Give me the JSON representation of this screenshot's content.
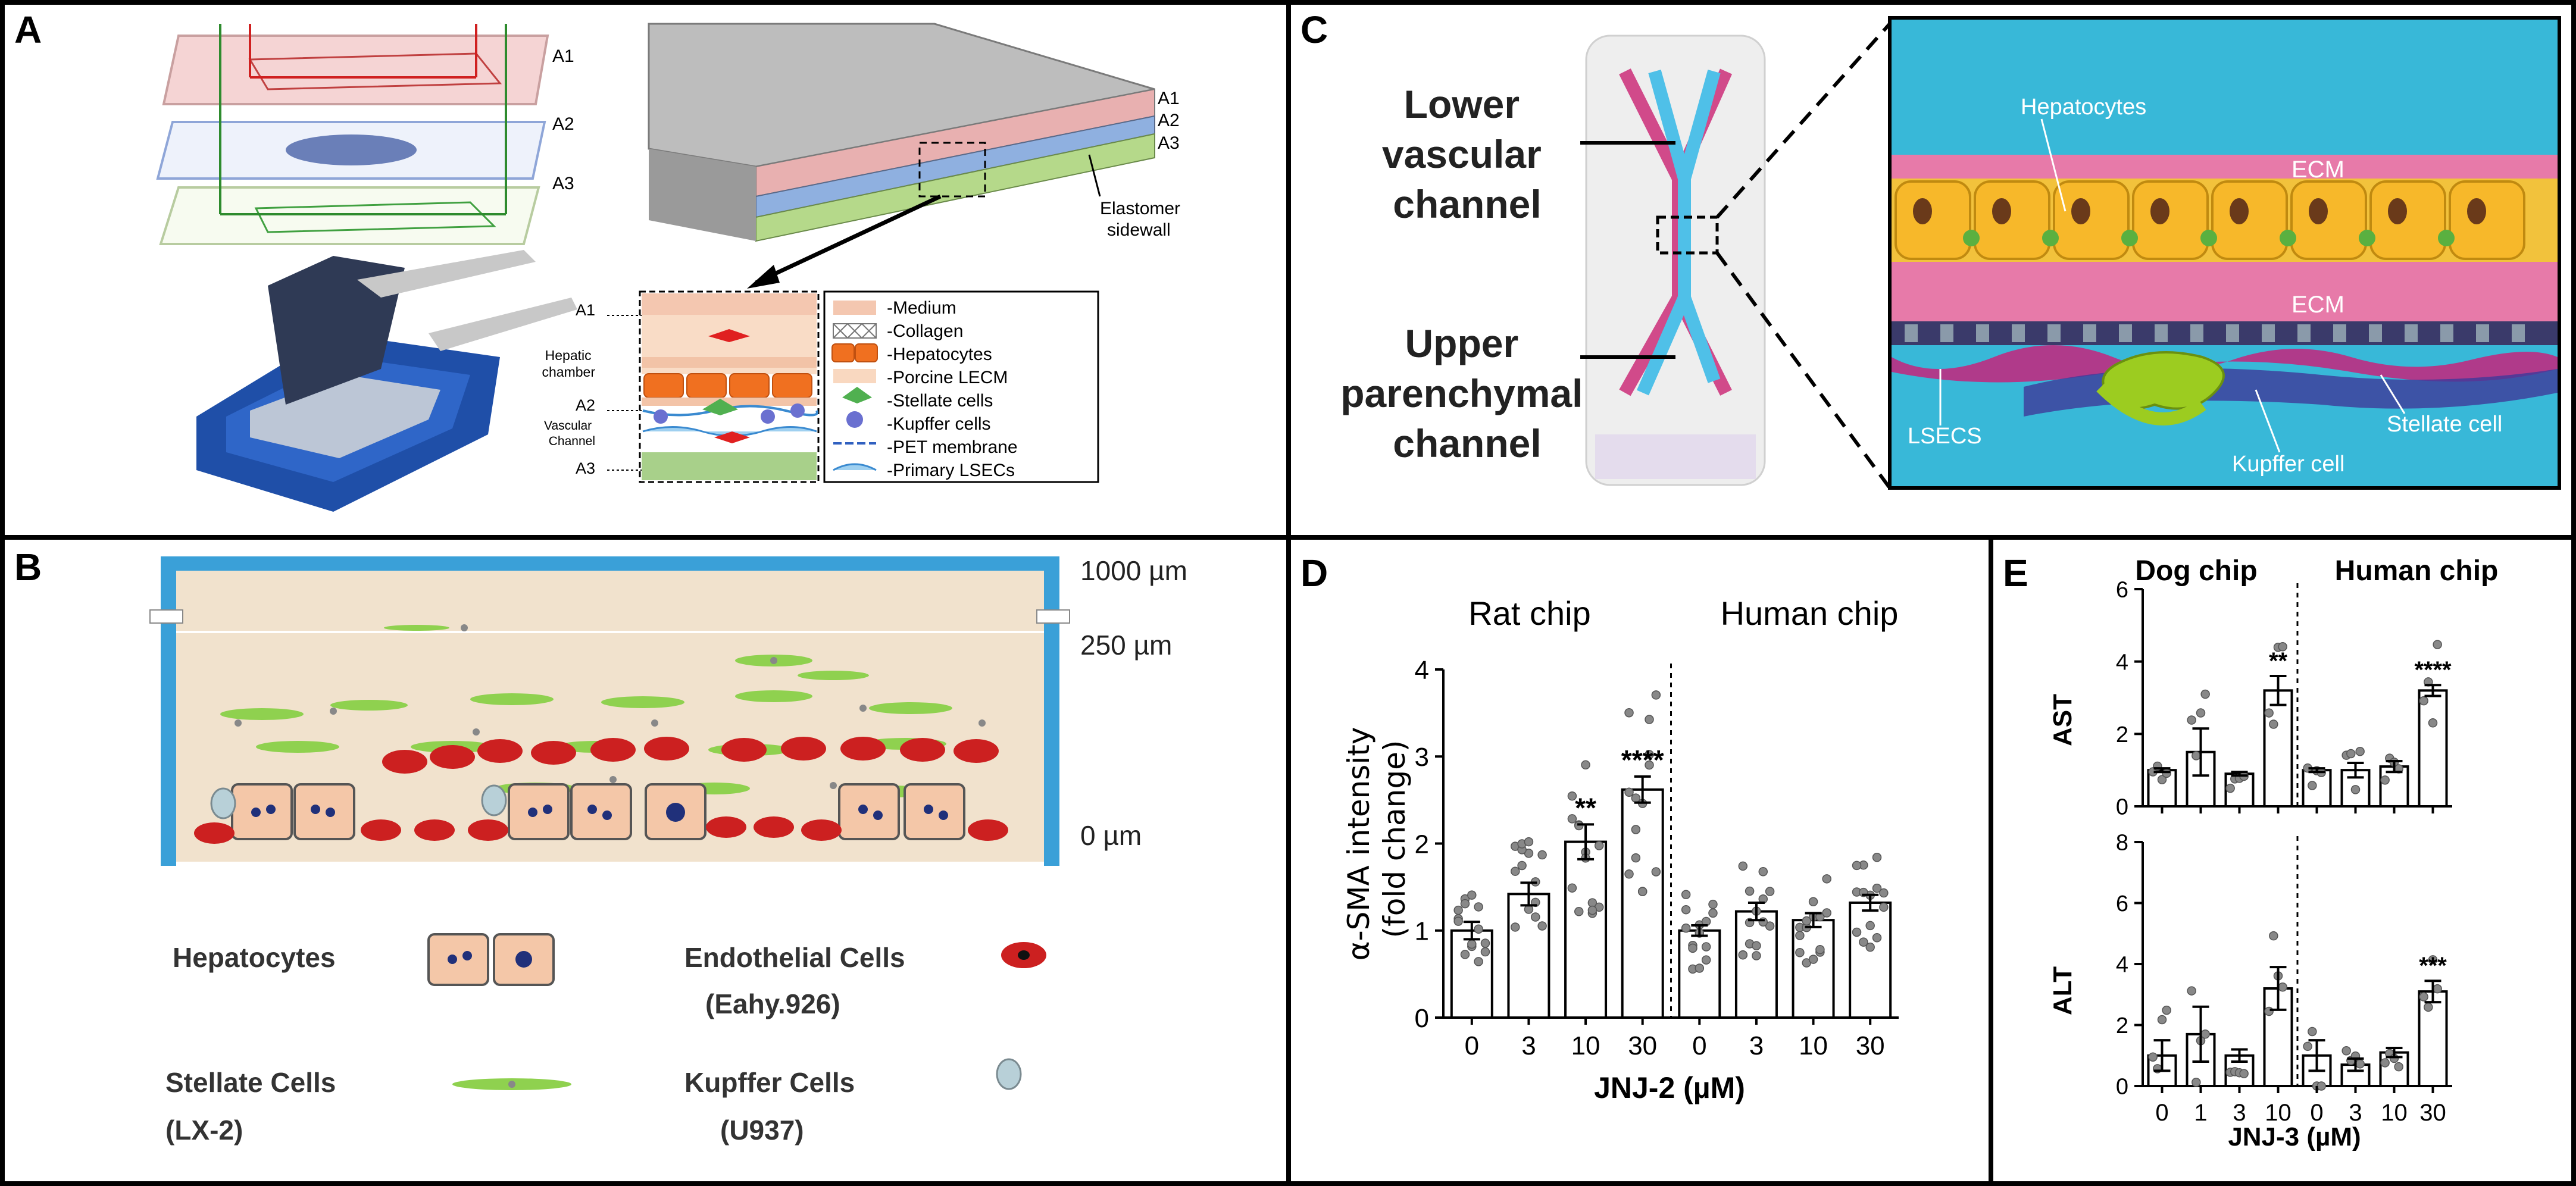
{
  "panels": {
    "a": {
      "letter": "A"
    },
    "b": {
      "letter": "B"
    },
    "c": {
      "letter": "C"
    },
    "d": {
      "letter": "D"
    },
    "e": {
      "letter": "E"
    }
  },
  "panel_a": {
    "layer_labels": [
      "A1",
      "A2",
      "A3"
    ],
    "elastomer_label": [
      "Elastomer",
      "sidewall"
    ],
    "cross_labels": {
      "a1": "A1",
      "hepatic": [
        "Hepatic",
        "chamber"
      ],
      "a2": "A2",
      "vascular": [
        "Vascular",
        "Channel"
      ],
      "a3": "A3"
    },
    "legend": [
      "-Medium",
      "-Collagen",
      "-Hepatocytes",
      "-Porcine LECM",
      "-Stellate cells",
      "-Kupffer cells",
      "-PET membrane",
      "-Primary LSECs"
    ]
  },
  "panel_b": {
    "depths": [
      "1000 µm",
      "250 µm",
      "0 µm"
    ],
    "legend": {
      "hepatocytes": "Hepatocytes",
      "endothelial": [
        "Endothelial Cells",
        "(Eahy.926)"
      ],
      "stellate": [
        "Stellate Cells",
        "(LX-2)"
      ],
      "kupffer": [
        "Kupffer Cells",
        "(U937)"
      ]
    }
  },
  "panel_c": {
    "lower": [
      "Lower",
      "vascular",
      "channel"
    ],
    "upper": [
      "Upper",
      "parenchymal",
      "channel"
    ],
    "labels": {
      "hepatocytes": "Hepatocytes",
      "ecm_top": "ECM",
      "ecm_bottom": "ECM",
      "lsecs": "LSECS",
      "kupffer": "Kupffer cell",
      "stellate": "Stellate cell"
    }
  },
  "chart_data": [
    {
      "type": "bar",
      "panel": "D",
      "group_labels": [
        "Rat chip",
        "Human chip"
      ],
      "ylabel": [
        "α-SMA intensity",
        "(fold change)"
      ],
      "xlabel": "JNJ-2 (µM)",
      "categories": [
        "0",
        "3",
        "10",
        "30",
        "0",
        "3",
        "10",
        "30"
      ],
      "values": [
        1.0,
        1.42,
        2.02,
        2.62,
        1.0,
        1.22,
        1.12,
        1.32
      ],
      "errors": [
        0.1,
        0.13,
        0.2,
        0.15,
        0.06,
        0.1,
        0.08,
        0.09
      ],
      "significance": [
        "",
        "",
        "**",
        "****",
        "",
        "",
        "",
        ""
      ],
      "ylim": [
        0,
        4
      ],
      "yticks": [
        "0",
        "1",
        "2",
        "3",
        "4"
      ]
    },
    {
      "type": "bar",
      "panel": "E",
      "group_labels": [
        "Dog chip",
        "Human chip"
      ],
      "xlabel": "JNJ-3 (µM)",
      "categories": [
        "0",
        "1",
        "3",
        "10",
        "0",
        "3",
        "10",
        "30"
      ],
      "subplots": [
        {
          "ylabel": "AST",
          "ylim": [
            0,
            6
          ],
          "yticks": [
            "0",
            "2",
            "4",
            "6"
          ],
          "values": [
            1.0,
            1.5,
            0.9,
            3.2,
            1.0,
            1.0,
            1.1,
            3.2
          ],
          "errors": [
            0.05,
            0.65,
            0.05,
            0.4,
            0.05,
            0.2,
            0.15,
            0.15
          ],
          "significance": [
            "",
            "",
            "",
            "**",
            "",
            "",
            "",
            "****"
          ]
        },
        {
          "ylabel": "ALT",
          "ylim": [
            0,
            8
          ],
          "yticks": [
            "0",
            "2",
            "4",
            "6",
            "8"
          ],
          "values": [
            1.0,
            1.7,
            1.0,
            3.2,
            1.0,
            0.7,
            1.1,
            3.1
          ],
          "errors": [
            0.5,
            0.9,
            0.2,
            0.7,
            0.5,
            0.2,
            0.15,
            0.35
          ],
          "significance": [
            "",
            "",
            "",
            "",
            "",
            "",
            "",
            "***"
          ]
        }
      ]
    }
  ]
}
